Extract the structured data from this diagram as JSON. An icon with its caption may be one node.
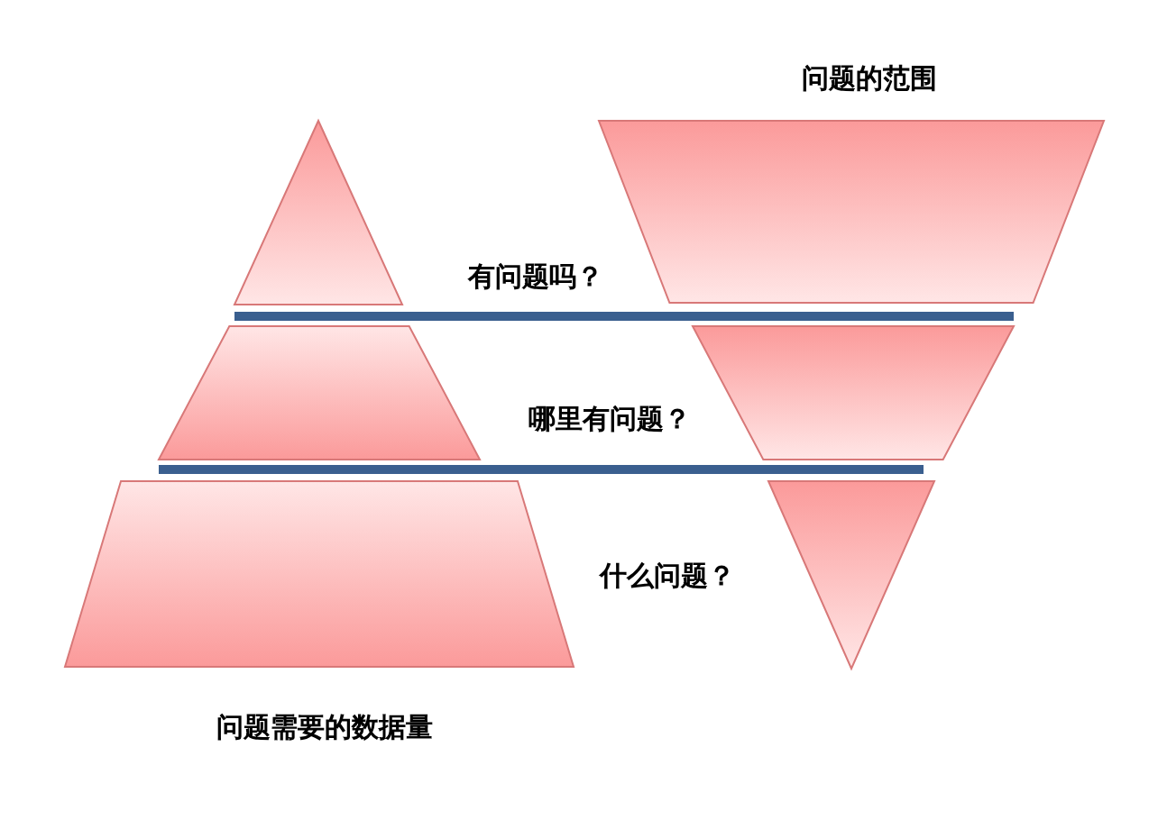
{
  "diagram": {
    "nodes": [
      {
        "text": [],
        "shape": "triangle"
      },
      {
        "text": [],
        "shape": "trapezoid"
      },
      {
        "text": [],
        "shape": "trapezoid"
      },
      {
        "text": [],
        "shape": "trapezoid"
      },
      {
        "text": [],
        "shape": "trapezoid"
      },
      {
        "text": [],
        "shape": "triangle"
      }
    ],
    "labels": [
      "问题的范围",
      "有问题吗？",
      "哪里有问题？",
      "什么问题？",
      "问题需要的数据量"
    ]
  }
}
